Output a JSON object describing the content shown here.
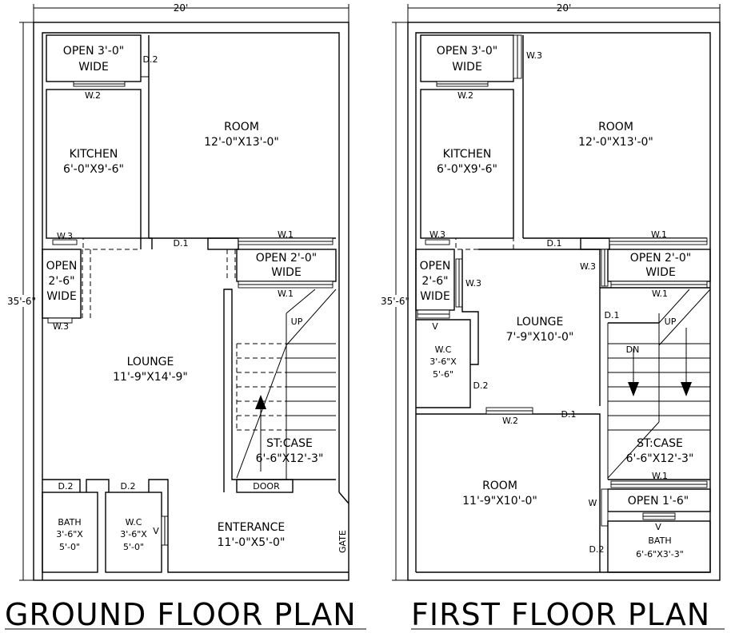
{
  "ground": {
    "dim_width": "20'",
    "dim_depth": "35'-6\"",
    "open_top": [
      "OPEN 3'-0\"",
      "WIDE"
    ],
    "kitchen": [
      "KITCHEN",
      "6'-0\"X9'-6\""
    ],
    "room": [
      "ROOM",
      "12'-0\"X13'-0\""
    ],
    "open_left": [
      "OPEN",
      "2'-6\"",
      "WIDE"
    ],
    "open_mid": [
      "OPEN 2'-0\"",
      "WIDE"
    ],
    "lounge": [
      "LOUNGE",
      "11'-9\"X14'-9\""
    ],
    "stcase": [
      "ST:CASE",
      "6'-6\"X12'-3\""
    ],
    "bath": [
      "BATH",
      "3'-6\"X",
      "5'-0\""
    ],
    "wc": [
      "W.C",
      "3'-6\"X",
      "5'-0\""
    ],
    "entrance": [
      "ENTERANCE",
      "11'-0\"X5'-0\""
    ],
    "tags": {
      "d2_top": "D.2",
      "w2": "W.2",
      "w3a": "W.3",
      "d1": "D.1",
      "w1a": "W.1",
      "w1b": "W.1",
      "w3b": "W.3",
      "up": "UP",
      "door": "DOOR",
      "d2_bath": "D.2",
      "d2_wc": "D.2",
      "v": "V",
      "gate": "GATE"
    },
    "title": "GROUND FLOOR PLAN"
  },
  "first": {
    "dim_width": "20'",
    "dim_depth": "35'-6\"",
    "open_top": [
      "OPEN 3'-0\"",
      "WIDE"
    ],
    "kitchen": [
      "KITCHEN",
      "6'-0\"X9'-6\""
    ],
    "room_top": [
      "ROOM",
      "12'-0\"X13'-0\""
    ],
    "open_left": [
      "OPEN",
      "2'-6\"",
      "WIDE"
    ],
    "open_mid": [
      "OPEN 2'-0\"",
      "WIDE"
    ],
    "lounge": [
      "LOUNGE",
      "7'-9\"X10'-0\""
    ],
    "wc": [
      "W.C",
      "3'-6\"X",
      "5'-6\""
    ],
    "stcase": [
      "ST:CASE",
      "6'-6\"X12'-3\""
    ],
    "room_bottom": [
      "ROOM",
      "11'-9\"X10'-0\""
    ],
    "open_small": "OPEN 1'-6\"",
    "bath": [
      "BATH",
      "6'-6\"X3'-3\""
    ],
    "tags": {
      "w3_top": "W.3",
      "w2_kit": "W.2",
      "w3_left": "W.3",
      "d1_top": "D.1",
      "w1_top": "W.1",
      "w3_lounge": "W.3",
      "w3_open": "W.3",
      "w1_stair": "W.1",
      "v_wc": "V",
      "d1_stair": "D.1",
      "up": "UP",
      "dn": "DN",
      "d2_wc": "D.2",
      "w2_room": "W.2",
      "d1_room": "D.1",
      "w1_open": "W.1",
      "w_side": "W",
      "v_bath": "V",
      "d2_bath": "D.2"
    },
    "title": "FIRST FLOOR PLAN"
  }
}
